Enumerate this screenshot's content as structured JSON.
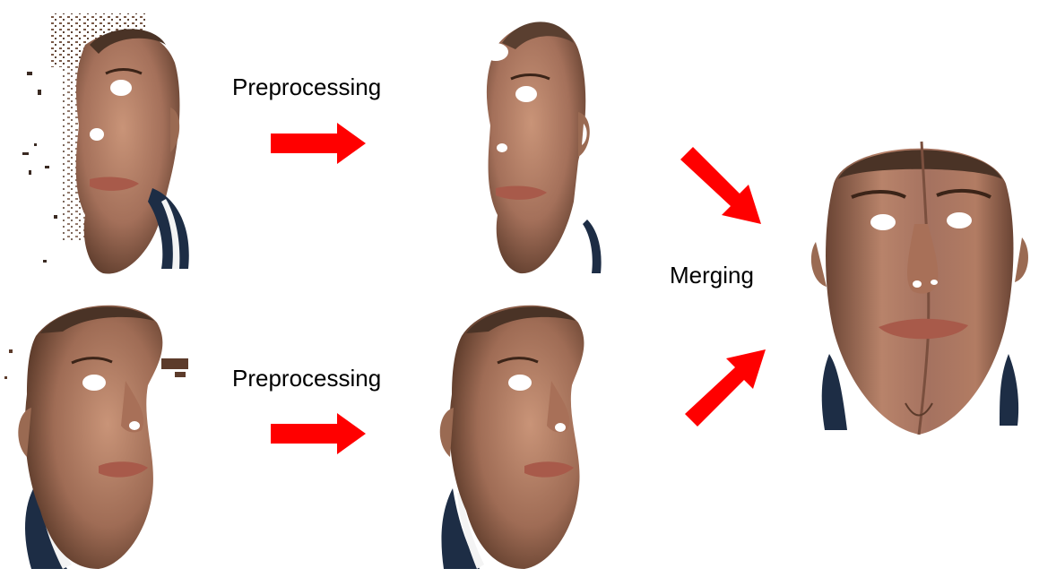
{
  "labels": {
    "preprocessing_top": "Preprocessing",
    "preprocessing_bottom": "Preprocessing",
    "merging": "Merging"
  },
  "colors": {
    "arrow": "#ff0000",
    "skin": "#b07a5c",
    "skin_shadow": "#6e4632",
    "hair": "#4a3326",
    "lips": "#a85a4a",
    "shirt": "#1d2d45",
    "background": "#ffffff"
  },
  "panels": [
    {
      "id": "raw-scan-top",
      "description_icon": "face-scan-noisy-left"
    },
    {
      "id": "clean-scan-top",
      "description_icon": "face-scan-clean-left"
    },
    {
      "id": "raw-scan-bottom",
      "description_icon": "face-scan-noisy-right"
    },
    {
      "id": "clean-scan-bottom",
      "description_icon": "face-scan-clean-right"
    },
    {
      "id": "merged-scan",
      "description_icon": "face-scan-merged-frontal"
    }
  ]
}
